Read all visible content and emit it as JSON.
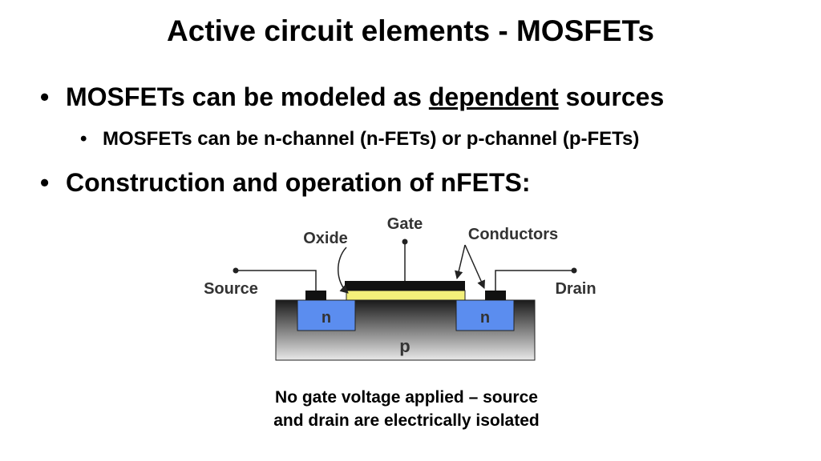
{
  "slide": {
    "title": "Active circuit elements - MOSFETs",
    "bullets": [
      {
        "marker": "•",
        "text_before": "MOSFETs can be modeled as ",
        "text_underlined": "dependent",
        "text_after": " sources"
      },
      {
        "marker": "•",
        "text": "MOSFETs can be n-channel (n-FETs) or p-channel (p-FETs)"
      },
      {
        "marker": "•",
        "text": "Construction and operation of nFETS:"
      }
    ]
  },
  "diagram": {
    "labels": {
      "gate": "Gate",
      "oxide": "Oxide",
      "conductors": "Conductors",
      "source": "Source",
      "drain": "Drain",
      "n_left": "n",
      "n_right": "n",
      "p": "p"
    },
    "colors": {
      "substrate_gradient_top": "#1a1a1a",
      "substrate_gradient_bottom": "#e8e8e8",
      "n_region": "#5b8def",
      "oxide": "#f4f07a",
      "conductor": "#111111"
    },
    "caption_lines": [
      "No gate voltage applied – source",
      "and drain are electrically isolated"
    ]
  }
}
